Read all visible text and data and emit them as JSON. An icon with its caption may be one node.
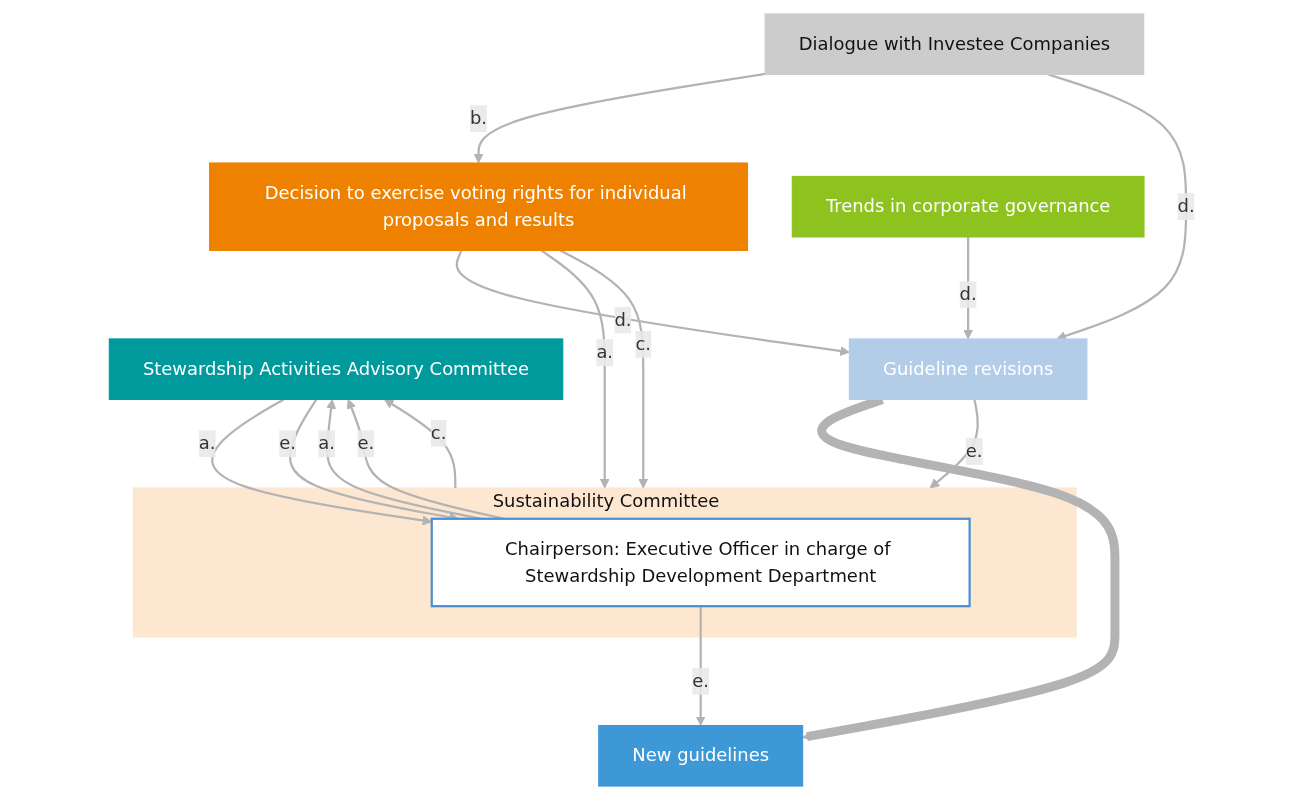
{
  "diagram": {
    "nodes": [
      {
        "text": [
          "Stewardship Activities Advisory Committee"
        ]
      },
      {
        "text": [
          "Sustainability Committee"
        ]
      },
      {
        "text": [
          "Chairperson: Executive Officer in charge of Stewardship Development Department"
        ],
        "in": 1
      },
      {
        "text": [
          "Decision to exercise voting rights for individual proposals and results"
        ]
      },
      {
        "text": [
          "Dialogue with Investee Companies"
        ]
      },
      {
        "text": [
          "Trends in corporate governance"
        ]
      },
      {
        "text": [
          "Guideline revisions"
        ]
      },
      {
        "text": [
          "New guidelines"
        ]
      }
    ],
    "edges": [
      {
        "from": 2,
        "to": 0,
        "arrow": "to",
        "label": "a."
      },
      {
        "from": 0,
        "to": 2,
        "arrow": "to",
        "label": "a."
      },
      {
        "from": 1,
        "to": 0,
        "arrow": "to",
        "label": "c."
      },
      {
        "from": 2,
        "to": 0,
        "arrow": "to",
        "label": "e."
      },
      {
        "from": 0,
        "to": 2,
        "arrow": "to",
        "label": "e."
      },
      {
        "from": 3,
        "to": 1,
        "arrow": "to",
        "label": "a."
      },
      {
        "from": 3,
        "to": 1,
        "arrow": "to",
        "label": "c."
      },
      {
        "from": 6,
        "to": 1,
        "arrow": "to",
        "label": "e."
      },
      {
        "from": 2,
        "to": 7,
        "arrow": "to",
        "label": "e."
      },
      {
        "from": 4,
        "to": 3,
        "arrow": "to",
        "label": "b."
      },
      {
        "from": 3,
        "to": 6,
        "arrow": "to",
        "label": "d."
      },
      {
        "from": 4,
        "to": 6,
        "arrow": "to",
        "label": "d."
      },
      {
        "from": 5,
        "to": 6,
        "arrow": "to",
        "label": "d."
      },
      {
        "from": 6,
        "to": 7,
        "arrow": "to",
        "style": "thick"
      }
    ]
  }
}
